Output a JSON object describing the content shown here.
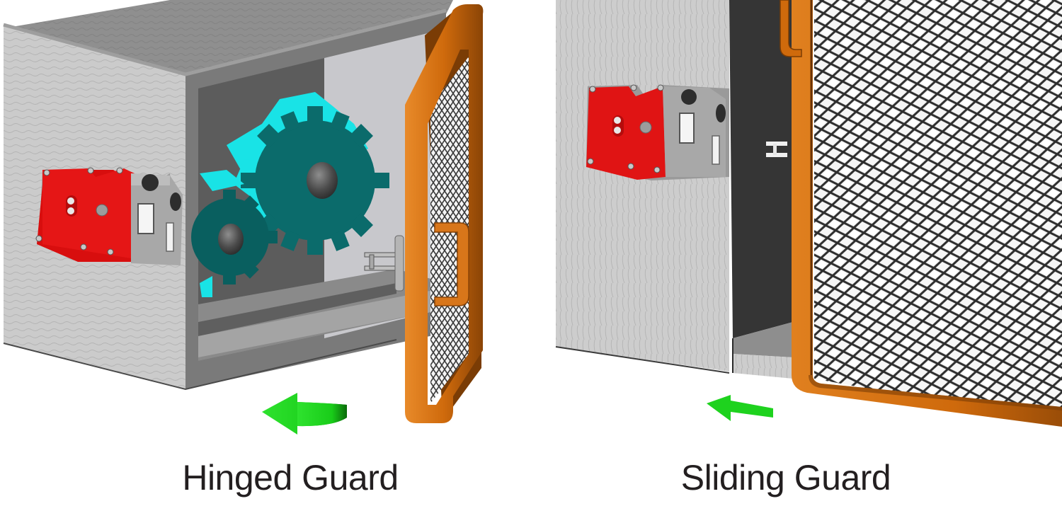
{
  "figure": {
    "panels": [
      {
        "id": "hinged",
        "caption": "Hinged Guard",
        "motion": "rotate-open (curved arrow pointing left)",
        "components": [
          "machine-housing",
          "gear-large",
          "gear-small",
          "safety-interlock-switch",
          "actuator-tongue",
          "hinged-door-frame",
          "mesh-panel",
          "door-handle"
        ]
      },
      {
        "id": "sliding",
        "caption": "Sliding Guard",
        "motion": "slide (straight arrow pointing left)",
        "components": [
          "machine-wall",
          "safety-interlock-switch",
          "actuator-tongue",
          "sliding-door-frame",
          "mesh-panel",
          "door-handle"
        ]
      }
    ],
    "colors": {
      "housing_light": "#c9c9c9",
      "housing_top": "#8c8c8c",
      "housing_edge": "#6e6e6e",
      "interior_back": "#c6c6ca",
      "interior_dark": "#5a5a5a",
      "slot_dark": "#353535",
      "gear_face": "#0a6b6b",
      "gear_teeth": "#19e3e6",
      "switch_red": "#d80e0e",
      "switch_grey": "#a3a3a3",
      "frame_orange": "#cf6a0c",
      "frame_shadow": "#7a3c05",
      "arrow_green": "#1ed21e",
      "caption_text": "#231f20"
    }
  }
}
